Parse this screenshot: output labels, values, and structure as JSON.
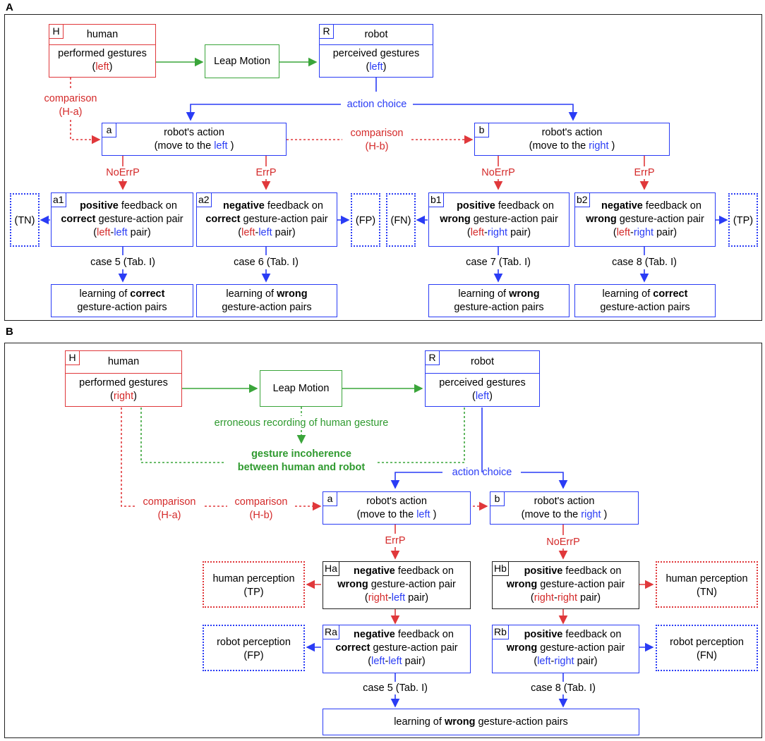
{
  "panelA": {
    "label": "A",
    "human_tag": "H",
    "human_title": "human",
    "human_line1": "performed gestures",
    "human_line2": "left",
    "leap": "Leap Motion",
    "robot_tag": "R",
    "robot_title": "robot",
    "robot_line1": "perceived gestures",
    "robot_line2": "left",
    "action_choice": "action choice",
    "cmp_ha_1": "comparison",
    "cmp_ha_2": "(H-a)",
    "cmp_hb_1": "comparison",
    "cmp_hb_2": "(H-b)",
    "a_tag": "a",
    "a_title": "robot's action",
    "a_pre": "(move to the ",
    "a_dir": "left",
    "a_post": " )",
    "b_tag": "b",
    "b_title": "robot's action",
    "b_pre": "(move to the ",
    "b_dir": "right",
    "b_post": " )",
    "noerrp1": "NoErrP",
    "errp1": "ErrP",
    "noerrp2": "NoErrP",
    "errp2": "ErrP",
    "a1_tag": "a1",
    "a1_l1_b": "positive",
    "a1_l1": " feedback on",
    "a1_l2_b": "correct",
    "a1_l2": " gesture-action pair",
    "a1_p1": "left",
    "a1_dash": "-",
    "a1_p2": "left",
    "a1_pair": " pair)",
    "a2_tag": "a2",
    "a2_l1_b": "negative",
    "a2_l1": " feedback on",
    "a2_l2_b": "correct",
    "a2_l2": " gesture-action pair",
    "a2_p1": "left",
    "a2_dash": "-",
    "a2_p2": "left",
    "a2_pair": " pair)",
    "b1_tag": "b1",
    "b1_l1_b": "positive",
    "b1_l1": " feedback on",
    "b1_l2_b": "wrong",
    "b1_l2": " gesture-action pair",
    "b1_p1": "left",
    "b1_dash": "-",
    "b1_p2": "right",
    "b1_pair": " pair)",
    "b2_tag": "b2",
    "b2_l1_b": "negative",
    "b2_l1": " feedback on",
    "b2_l2_b": "wrong",
    "b2_l2": " gesture-action pair",
    "b2_p1": "left",
    "b2_dash": "-",
    "b2_p2": "right",
    "b2_pair": " pair)",
    "tn": "(TN)",
    "fp": "(FP)",
    "fn": "(FN)",
    "tp": "(TP)",
    "case5": "case 5 (Tab. I)",
    "case6": "case 6 (Tab. I)",
    "case7": "case 7 (Tab. I)",
    "case8": "case 8 (Tab. I)",
    "learn_a1_pre": "learning of ",
    "learn_a1_b": "correct",
    "learn_a1_l2": "gesture-action pairs",
    "learn_a2_pre": "learning of ",
    "learn_a2_b": "wrong",
    "learn_a2_l2": "gesture-action pairs",
    "learn_b1_pre": "learning of ",
    "learn_b1_b": "wrong",
    "learn_b1_l2": "gesture-action pairs",
    "learn_b2_pre": "learning of ",
    "learn_b2_b": "correct",
    "learn_b2_l2": "gesture-action pairs"
  },
  "panelB": {
    "label": "B",
    "human_tag": "H",
    "human_title": "human",
    "human_line1": "performed gestures",
    "human_line2": "right",
    "leap": "Leap Motion",
    "robot_tag": "R",
    "robot_title": "robot",
    "robot_line1": "perceived gestures",
    "robot_line2": "left",
    "erroneous": "erroneous recording of human gesture",
    "incoh1": "gesture incoherence",
    "incoh2": "between human and robot",
    "action_choice": "action choice",
    "cmp_ha_1": "comparison",
    "cmp_ha_2": "(H-a)",
    "cmp_hb_1": "comparison",
    "cmp_hb_2": "(H-b)",
    "a_tag": "a",
    "a_title": "robot's action",
    "a_pre": "(move to the ",
    "a_dir": "left",
    "a_post": " )",
    "b_tag": "b",
    "b_title": "robot's action",
    "b_pre": "(move to the ",
    "b_dir": "right",
    "b_post": " )",
    "errp": "ErrP",
    "noerrp": "NoErrP",
    "ha_tag": "Ha",
    "ha_l1_b": "negative",
    "ha_l1": " feedback on",
    "ha_l2_b": "wrong",
    "ha_l2": " gesture-action pair",
    "ha_p1": "right",
    "ha_dash": "-",
    "ha_p2": "left",
    "ha_pair": " pair)",
    "hb_tag": "Hb",
    "hb_l1_b": "positive",
    "hb_l1": " feedback on",
    "hb_l2_b": "wrong",
    "hb_l2": " gesture-action pair",
    "hb_p1": "right",
    "hb_dash": "-",
    "hb_p2": "right",
    "hb_pair": " pair)",
    "ra_tag": "Ra",
    "ra_l1_b": "negative",
    "ra_l1": " feedback on",
    "ra_l2_b": "correct",
    "ra_l2": " gesture-action pair",
    "ra_p1": "left",
    "ra_dash": "-",
    "ra_p2": "left",
    "ra_pair": " pair)",
    "rb_tag": "Rb",
    "rb_l1_b": "positive",
    "rb_l1": " feedback on",
    "rb_l2_b": "wrong",
    "rb_l2": " gesture-action pair",
    "rb_p1": "left",
    "rb_dash": "-",
    "rb_p2": "right",
    "rb_pair": " pair)",
    "hp_left_1": "human perception",
    "hp_left_2": "(TP)",
    "hp_right_1": "human perception",
    "hp_right_2": "(TN)",
    "rp_left_1": "robot perception",
    "rp_left_2": "(FP)",
    "rp_right_1": "robot perception",
    "rp_right_2": "(FN)",
    "case5": "case 5 (Tab. I)",
    "case8": "case 8 (Tab. I)",
    "learn_pre": "learning of ",
    "learn_b": "wrong",
    "learn_post": " gesture-action pairs"
  },
  "colors": {
    "blue": "#2a3cf5",
    "red": "#e0383b",
    "green": "#3aa53a",
    "black": "#222222"
  }
}
